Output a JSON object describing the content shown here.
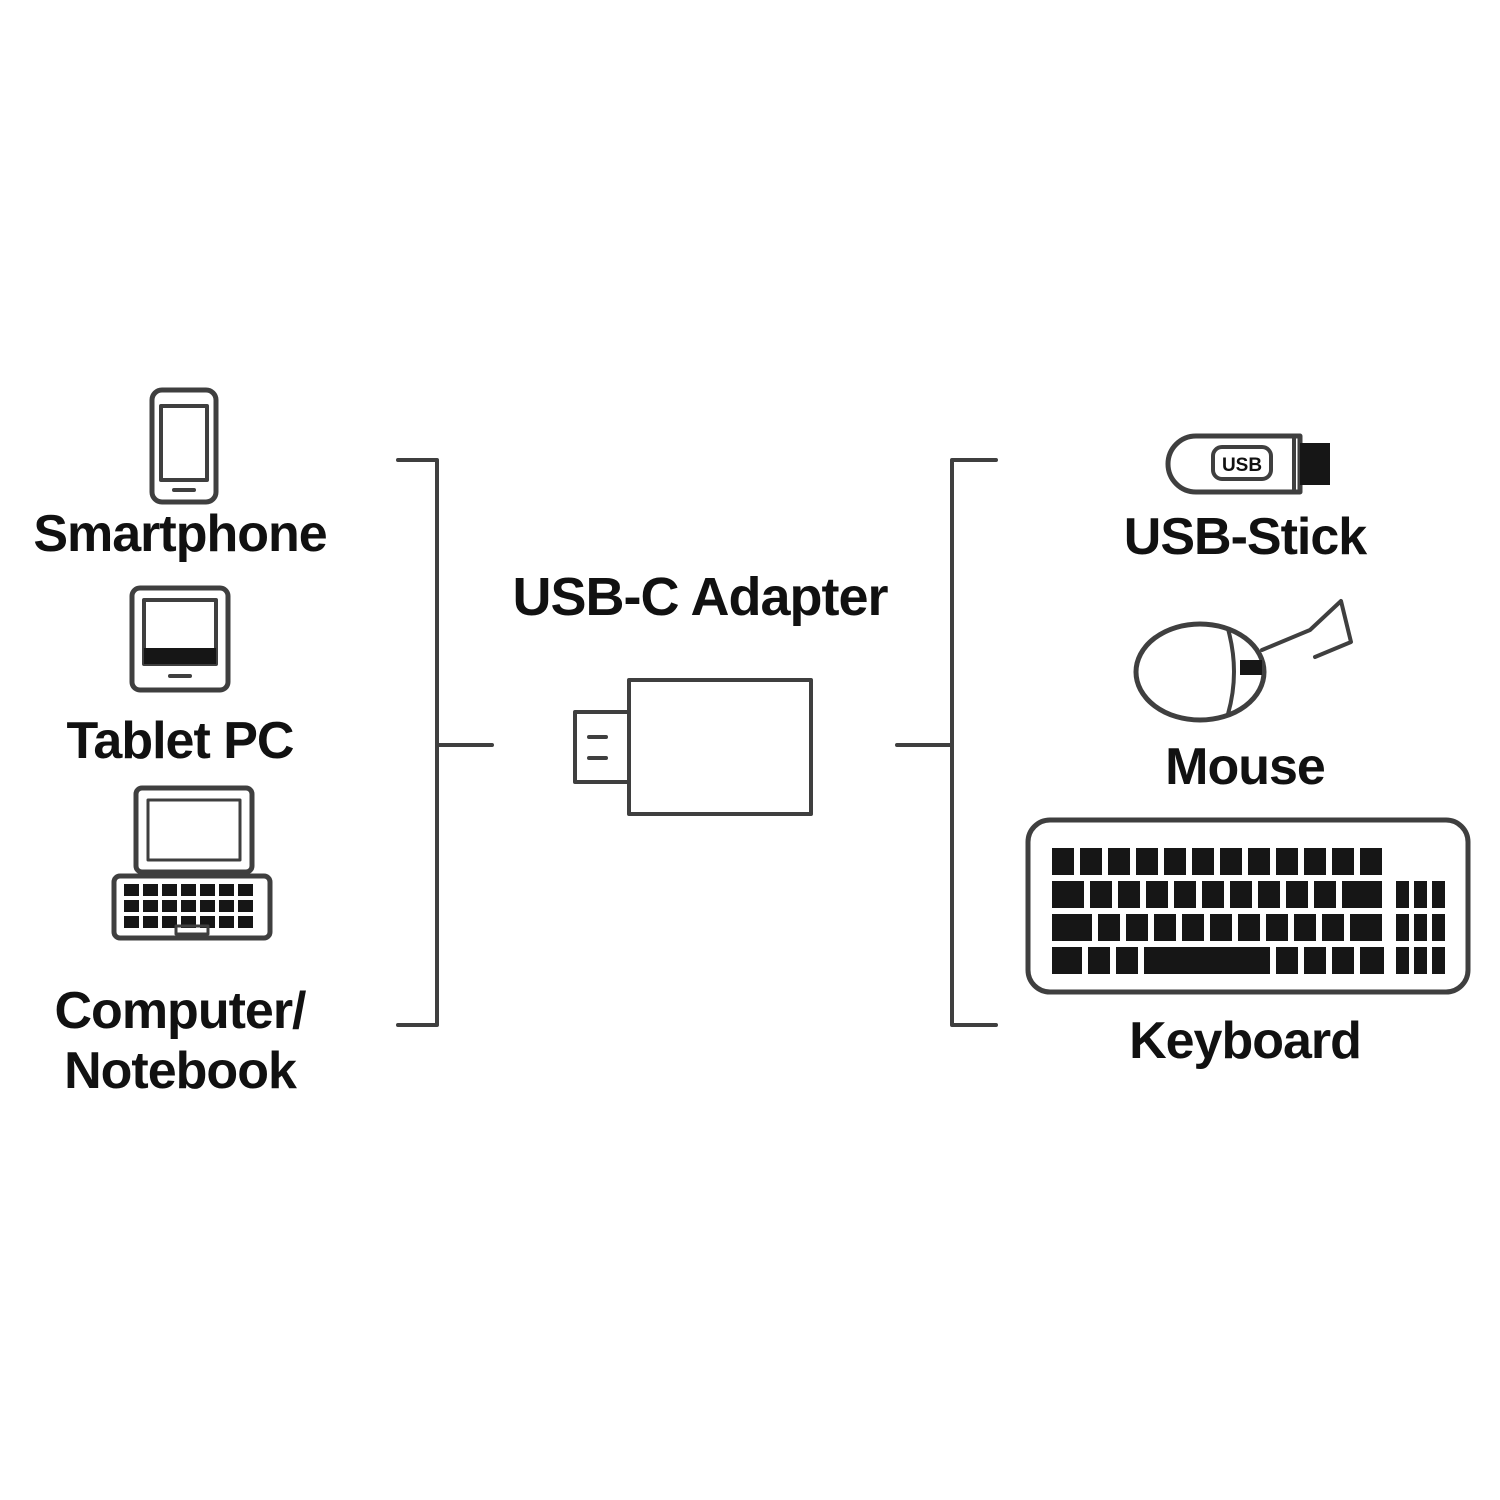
{
  "diagram": {
    "center_label": "USB-C Adapter",
    "left_devices": [
      {
        "label": "Smartphone",
        "icon": "smartphone-icon"
      },
      {
        "label": "Tablet PC",
        "icon": "tablet-icon"
      },
      {
        "label": "Computer/\nNotebook",
        "icon": "laptop-icon"
      }
    ],
    "right_devices": [
      {
        "label": "USB-Stick",
        "icon": "usb-stick-icon"
      },
      {
        "label": "Mouse",
        "icon": "mouse-icon"
      },
      {
        "label": "Keyboard",
        "icon": "keyboard-icon"
      }
    ],
    "usb_stick_text": "USB",
    "colors": {
      "line": "#3f3f3f",
      "text": "#111111",
      "background": "#ffffff"
    }
  }
}
